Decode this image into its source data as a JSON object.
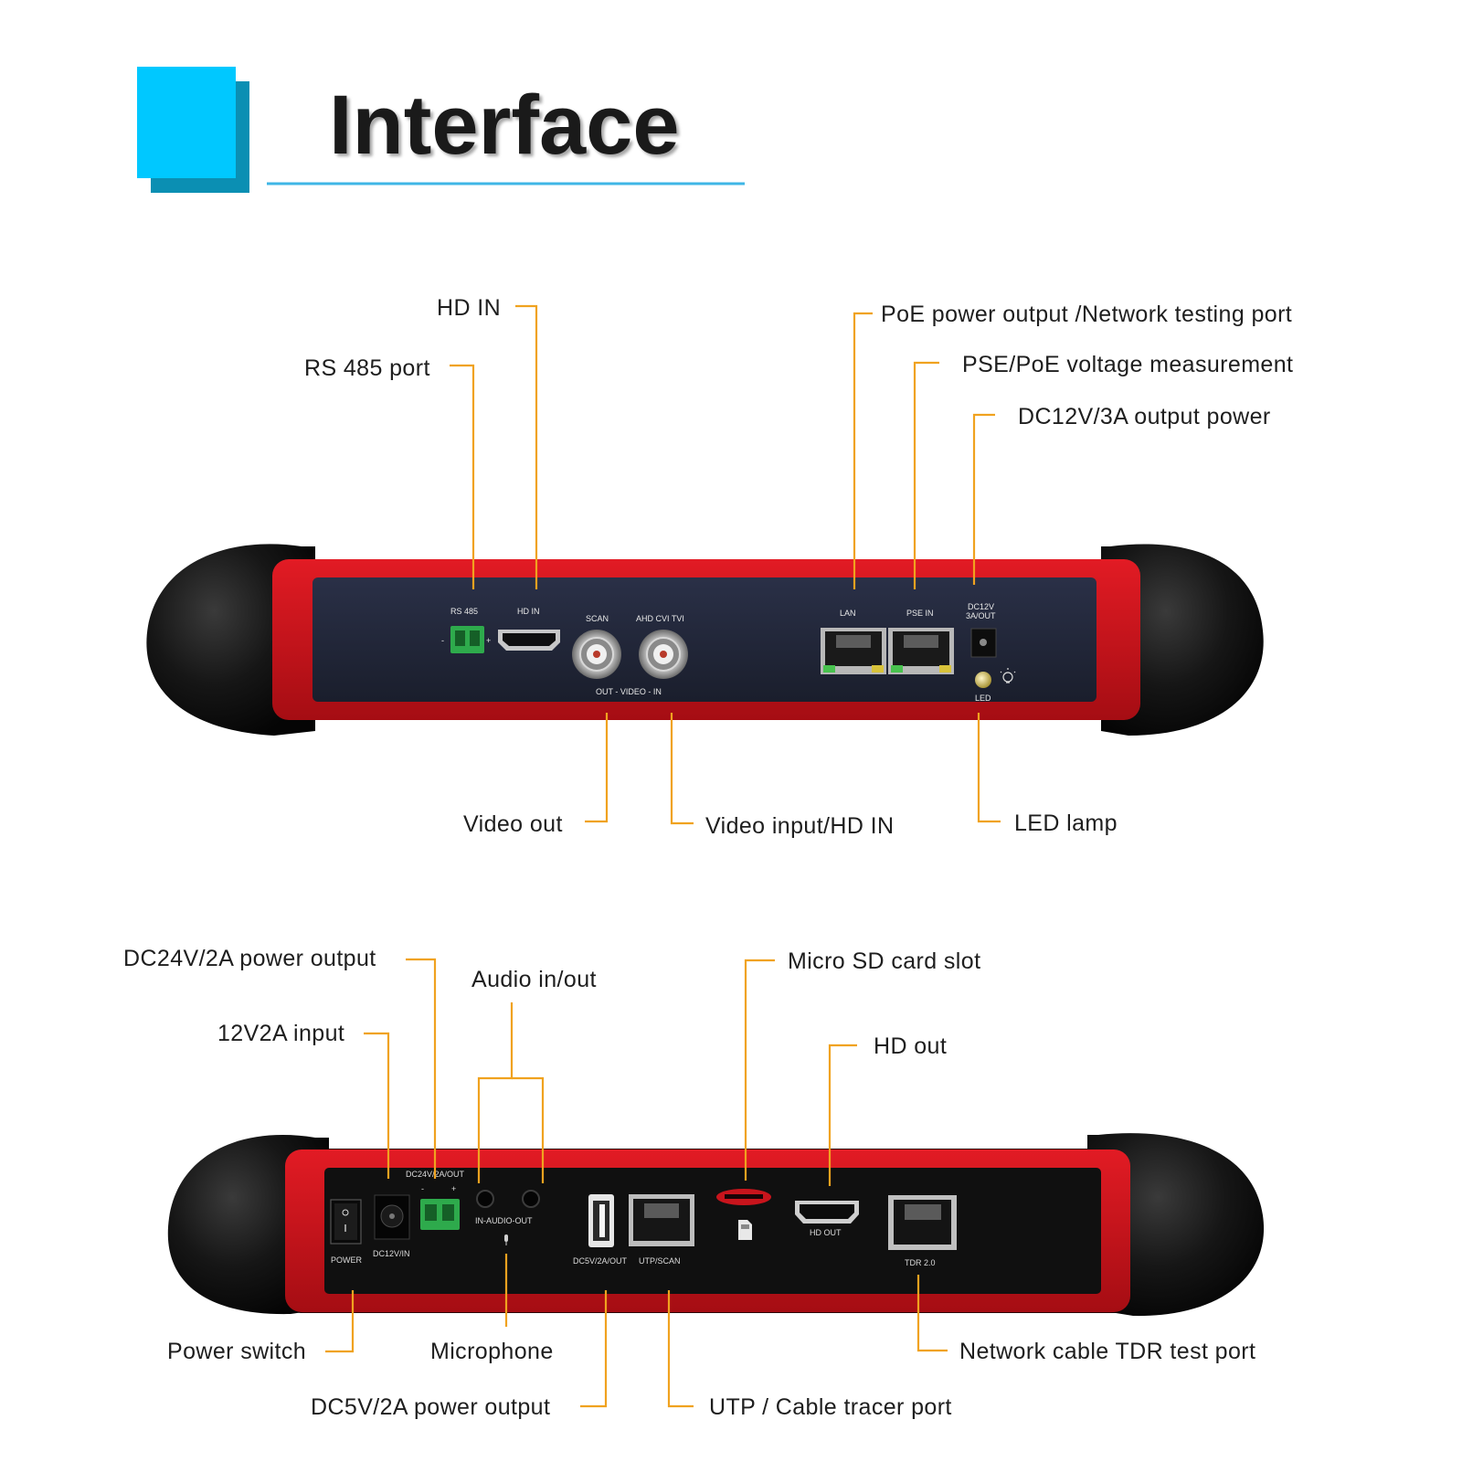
{
  "header": {
    "title": "Interface",
    "accent_color": "#00c8ff",
    "accent_shadow": "#0b8fb3",
    "rule_color": "#3fb6e6"
  },
  "colors": {
    "leader": "#f0a21f",
    "bumper": "#151515",
    "frame": "#d8141c",
    "panel": "#1f2436"
  },
  "top_panel": {
    "callouts": {
      "hd_in": "HD IN",
      "rs485": "RS 485 port",
      "poe": "PoE power output /Network testing port",
      "pse": "PSE/PoE voltage measurement",
      "dc12": "DC12V/3A output power",
      "video_out": "Video out",
      "video_in": "Video input/HD IN",
      "led": "LED lamp"
    },
    "silk": {
      "rs485": "RS 485",
      "minus": "-",
      "plus": "+",
      "hdin": "HD IN",
      "scan": "SCAN",
      "ahd": "AHD  CVI  TVI",
      "outvideoin": "OUT - VIDEO - IN",
      "lan": "LAN",
      "psein": "PSE IN",
      "dc12a": "DC12V",
      "dc12b": "3A/OUT",
      "led": "LED"
    }
  },
  "bottom_panel": {
    "callouts": {
      "dc24": "DC24V/2A power output",
      "audio": "Audio in/out",
      "sd": "Micro SD card slot",
      "in12": "12V2A input",
      "hdout": "HD out",
      "power": "Power switch",
      "mic": "Microphone",
      "tdr": "Network cable TDR test port",
      "dc5": "DC5V/2A power output",
      "utp": "UTP / Cable tracer port"
    },
    "silk": {
      "dc24": "DC24V/2A/OUT",
      "minus": "-",
      "plus": "+",
      "audio": "IN-AUDIO-OUT",
      "power": "POWER",
      "dc12in": "DC12V/IN",
      "dc5": "DC5V/2A/OUT",
      "utp": "UTP/SCAN",
      "hdout": "HD OUT",
      "tdr": "TDR 2.0"
    }
  }
}
